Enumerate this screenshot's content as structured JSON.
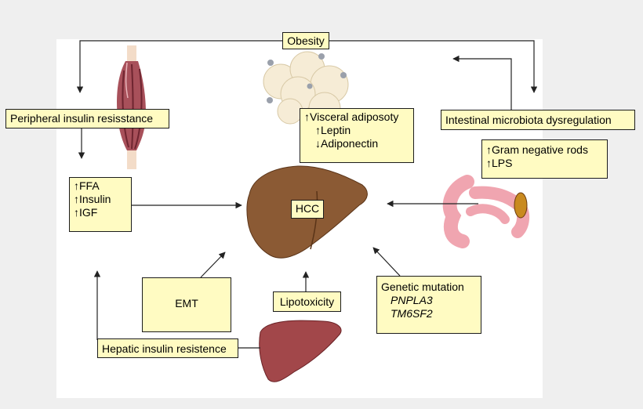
{
  "nodes": {
    "obesity": "Obesity",
    "peripheral": "Peripheral insulin resisstance",
    "intestinal": "Intestinal microbiota dysregulation",
    "visceral": [
      "↑Visceral adiposoty",
      "↑Leptin",
      "↓Adiponectin"
    ],
    "gram": [
      "↑Gram negative rods",
      "↑LPS"
    ],
    "ffa": [
      "↑FFA",
      "↑Insulin",
      "↑IGF"
    ],
    "hcc": "HCC",
    "emt": "EMT",
    "lipotoxicity": "Lipotoxicity",
    "hepatic": "Hepatic insulin resistence",
    "genetic": {
      "title": "Genetic mutation",
      "genes": [
        "PNPLA3",
        "TM6SF2"
      ]
    }
  },
  "colors": {
    "box_fill": "#fffbc2",
    "box_border": "#1c1c1c",
    "liver_hcc": "#8b5a34",
    "liver_healthy": "#a2474a",
    "muscle": "#a8505a",
    "adipose": "#f6ecd6",
    "intestine": "#f0a5b0"
  },
  "icons": [
    "muscle-image",
    "adipose-tissue-image",
    "hcc-liver-image",
    "intestine-image",
    "healthy-liver-image"
  ]
}
